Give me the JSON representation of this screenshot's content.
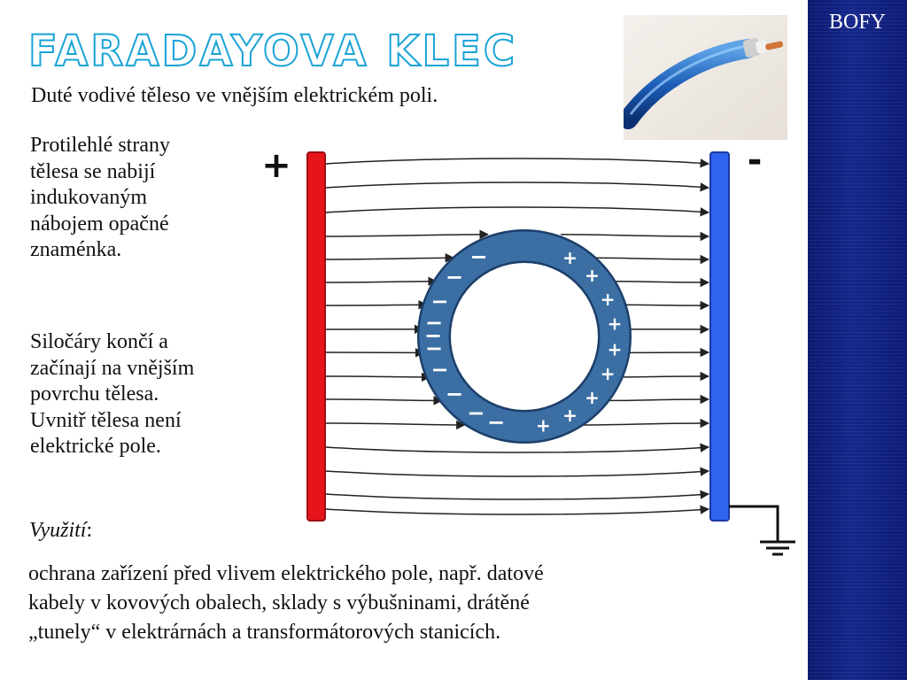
{
  "slide": {
    "title": "FARADAYOVA KLEC",
    "brand": "BOFY",
    "paragraph1": "Duté vodivé těleso ve vnějším elektrickém poli.",
    "paragraph2_lines": [
      "Protilehlé strany",
      "tělesa se nabijí",
      "indukovaným",
      "nábojem opačné",
      "znaménka."
    ],
    "paragraph3_lines": [
      "Siločáry končí a",
      "začínají  na vnějším",
      "povrchu tělesa.",
      "Uvnitř tělesa není",
      "elektrické pole."
    ],
    "use_label": "Využití",
    "use_colon": ":",
    "use_text_lines": [
      "ochrana zařízení před vlivem elektrického pole, např. datové",
      "kabely v kovových obalech, sklady s výbušninami, drátěné",
      "„tunely“ v elektrárnách a transformátorových stanicích."
    ]
  },
  "diagram": {
    "left_plate_sign": "+",
    "right_plate_sign": "-",
    "ring_negative_sign": "−",
    "ring_positive_sign": "+",
    "colors": {
      "left_plate": "#e8141b",
      "right_plate": "#2f63f0",
      "ring": "#3b6fa4",
      "ring_border": "#1c3f6a",
      "title_outline": "#1aa3d8",
      "sidebar": "#12248a"
    }
  }
}
